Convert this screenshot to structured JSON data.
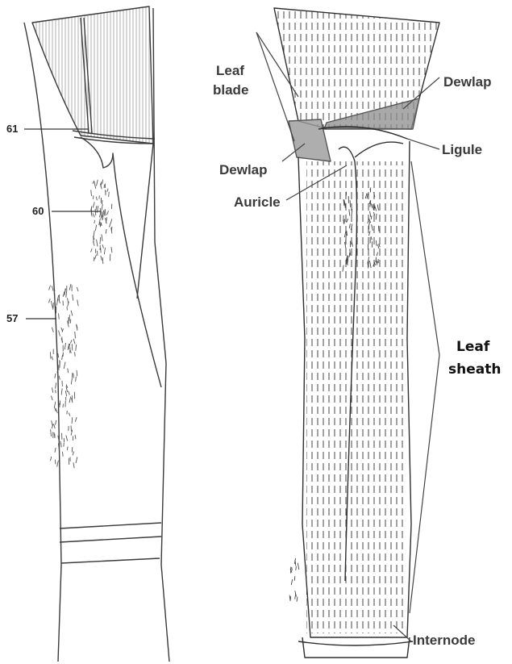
{
  "left_figure": {
    "labels": [
      "61",
      "60",
      "57"
    ]
  },
  "right_figure": {
    "labels": {
      "leaf_blade_line1": "Leaf",
      "leaf_blade_line2": "blade",
      "dewlap_right": "Dewlap",
      "dewlap_left": "Dewlap",
      "ligule": "Ligule",
      "auricle": "Auricle",
      "leaf_sheath_line1": "Leaf",
      "leaf_sheath_line2": "sheath",
      "internode": "Internode"
    }
  },
  "colors": {
    "line": "#3a3a3a",
    "shade": "#8c8c8c",
    "background": "#ffffff"
  }
}
